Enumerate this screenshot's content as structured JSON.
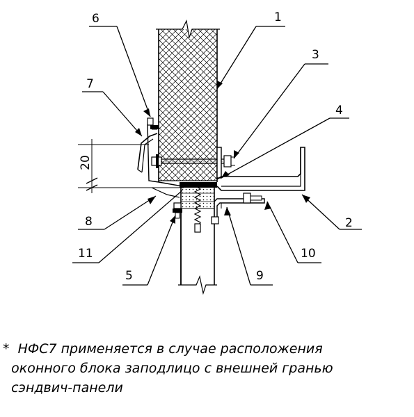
{
  "callouts": [
    "1",
    "2",
    "3",
    "4",
    "5",
    "6",
    "7",
    "8",
    "9",
    "10",
    "11"
  ],
  "dimension": "20",
  "note": {
    "asterisk": "*",
    "line1": "НФС7 применяется в случае расположения",
    "line2": "оконного блока заподлицо с внешней гранью",
    "line3": "сэндвич-панели"
  }
}
